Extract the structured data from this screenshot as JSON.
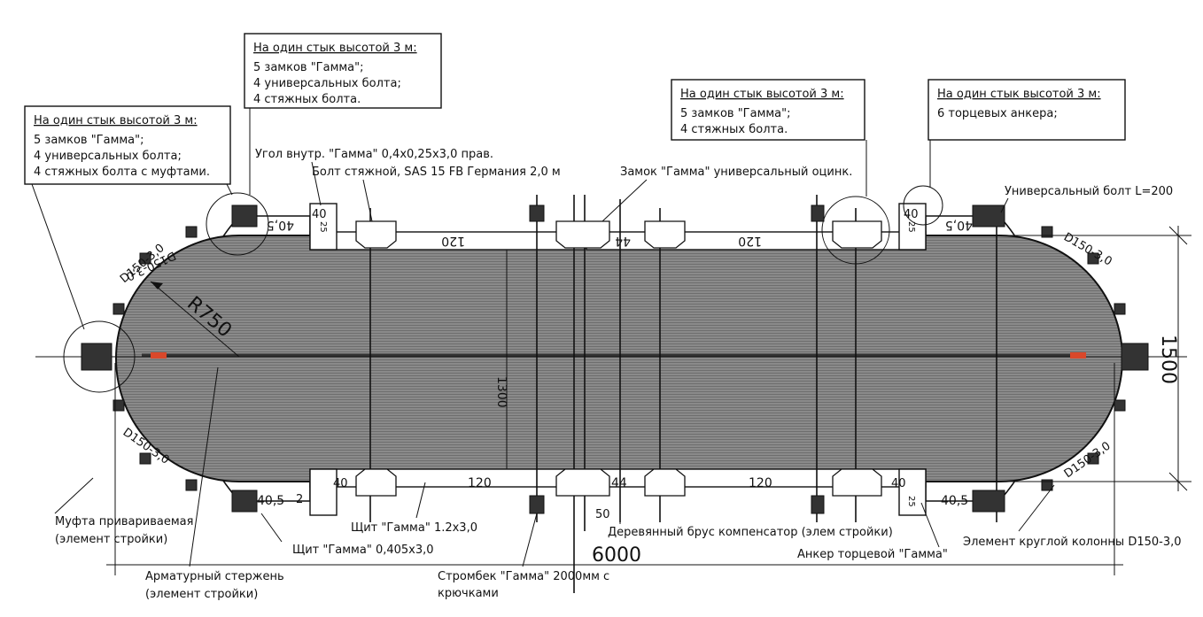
{
  "notes": {
    "n1": {
      "title": "На один стык высотой 3 м:",
      "lines": [
        "5 замков \"Гамма\";",
        "4 универсальных болта;",
        "4 стяжных болта с муфтами."
      ]
    },
    "n2": {
      "title": "На один стык высотой 3 м:",
      "lines": [
        "5 замков \"Гамма\";",
        "4 универсальных болта;",
        "4 стяжных болта."
      ]
    },
    "n3": {
      "title": "На один стык высотой 3 м:",
      "lines": [
        "5 замков \"Гамма\";",
        "4 стяжных болта."
      ]
    },
    "n4": {
      "title": "На один стык высотой 3 м:",
      "lines": [
        "6 торцевых анкера;"
      ]
    }
  },
  "labels": {
    "corner": "Угол внутр.  \"Гамма\" 0,4x0,25x3,0 прав.",
    "tie_bolt": "Болт стяжной, SAS 15 FB Германия 2,0 м",
    "lock": "Замок \"Гамма\" универсальный оцинк.",
    "universal_bolt": "Универсальный болт L=200",
    "coupling_1": "Муфта привариваемая",
    "coupling_2": "(элемент стройки)",
    "rebar_1": "Арматурный стержень",
    "rebar_2": "(элемент стройки)",
    "shield_small": "Щит \"Гамма\" 0,405x3,0",
    "shield_big": "Щит \"Гамма\" 1.2x3,0",
    "strongback_1": "Стромбек \"Гамма\" 2000мм с",
    "strongback_2": "крючками",
    "timber": "Деревянный брус компенсатор (элем стройки)",
    "anchor": "Анкер торцевой \"Гамма\"",
    "column": "Элемент круглой колонны D150-3,0"
  },
  "dims": {
    "radius": "R750",
    "length": "6000",
    "width": "1500",
    "inner": "1300",
    "panel_120": "120",
    "gap_44": "44",
    "gap_50": "50",
    "c40": "40",
    "c40_5": "40,5",
    "c25": "25",
    "c2": "2",
    "d150": "D150-3,0"
  }
}
